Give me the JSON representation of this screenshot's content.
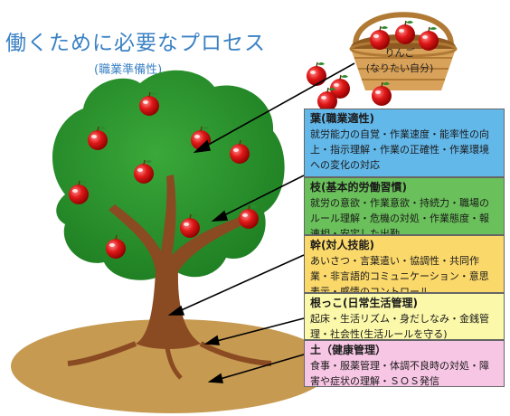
{
  "title": "働くために必要なプロセス",
  "subtitle": "(職業準備性)",
  "basket": {
    "label1": "りんご",
    "label2": "(なりたい自分)"
  },
  "boxes": [
    {
      "head": "葉(職業適性)",
      "body": "就労能力の自覚・作業速度・能率性の向上・指示理解・作業の正確性・作業環境への変化の対応",
      "color": "#63b8ea"
    },
    {
      "head": "枝(基本的労働習慣)",
      "body": "就労の意欲・作業意欲・持続力・職場のルール理解・危機の対処・作業態度・報連相・安定した出勤",
      "color": "#6ac05a"
    },
    {
      "head": "幹(対人技能)",
      "body": "あいさつ・言葉遣い・協調性・共同作業・非言語的コミュニケーション・意思表示・感情のコントロール",
      "color": "#fbd86a"
    },
    {
      "head": "根っこ(日常生活管理)",
      "body": "起床・生活リズム・身だしなみ・金銭管理・社会性(生活ルールを守る)",
      "color": "#fbf8a9"
    },
    {
      "head": "土（健康管理）",
      "body": "食事・服薬管理・体調不良時の対処・障害や症状の理解・ＳＯＳ発信",
      "color": "#f7c6e4"
    }
  ]
}
